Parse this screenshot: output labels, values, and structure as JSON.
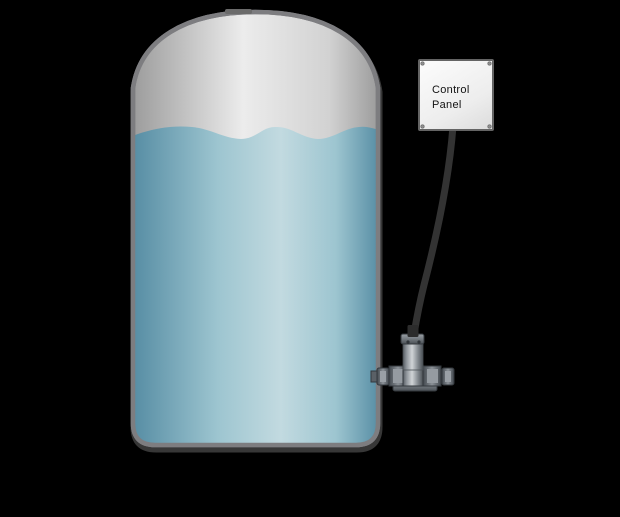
{
  "control_panel": {
    "label_line1": "Control",
    "label_line2": "Panel"
  },
  "components": {
    "tank": "storage-tank",
    "liquid": "water-fill",
    "sensor": "level-sensor-with-flange",
    "cable": "sensor-cable",
    "panel": "control-panel"
  },
  "colors": {
    "background": "#000000",
    "tank_border": "#7d7d80",
    "tank_gray_edge": "#9c9c9c",
    "tank_gray_mid": "#d2d2d2",
    "tank_gray_light": "#ececec",
    "water_edge": "#548ba2",
    "water_mid": "#9dc5d0",
    "water_light": "#c2dae0",
    "cable": "#333333",
    "sensor_metal_dark": "#4a5055",
    "sensor_metal_light": "#d0d4d7",
    "panel_fill": "#fcfcfc",
    "panel_border": "#646464",
    "panel_text": "#121212"
  }
}
